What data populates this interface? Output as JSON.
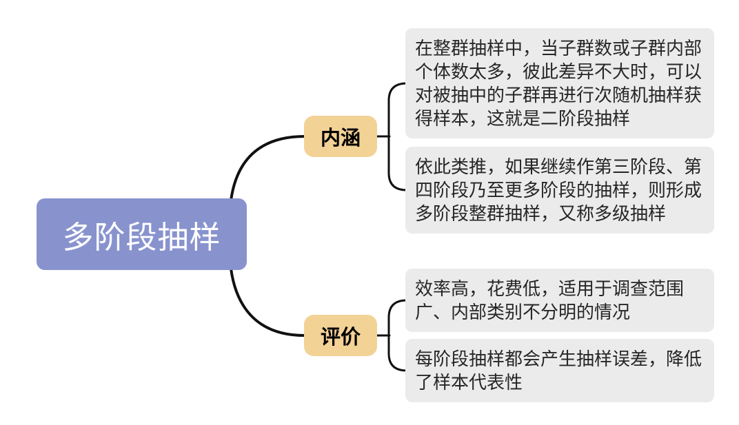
{
  "diagram": {
    "root": {
      "label": "多阶段抽样"
    },
    "branches": [
      {
        "label": "内涵",
        "children": [
          {
            "text": "在整群抽样中，当子群数或子群内部个体数太多，彼此差异不大时，可以对被抽中的子群再进行次随机抽样获得样本，这就是二阶段抽样"
          },
          {
            "text": "依此类推，如果继续作第三阶段、第四阶段乃至更多阶段的抽样，则形成多阶段整群抽样，又称多级抽样"
          }
        ]
      },
      {
        "label": "评价",
        "children": [
          {
            "text": "效率高，花费低，适用于调查范围广、内部类别不分明的情况"
          },
          {
            "text": "每阶段抽样都会产生抽样误差，降低了样本代表性"
          }
        ]
      }
    ],
    "colors": {
      "root_bg": "#8893ce",
      "root_text": "#ffffff",
      "branch_bg": "#f3d296",
      "branch_text": "#000000",
      "leaf_bg": "#ebebeb",
      "leaf_text": "#262626",
      "line": "#111111",
      "background": "#ffffff"
    }
  }
}
